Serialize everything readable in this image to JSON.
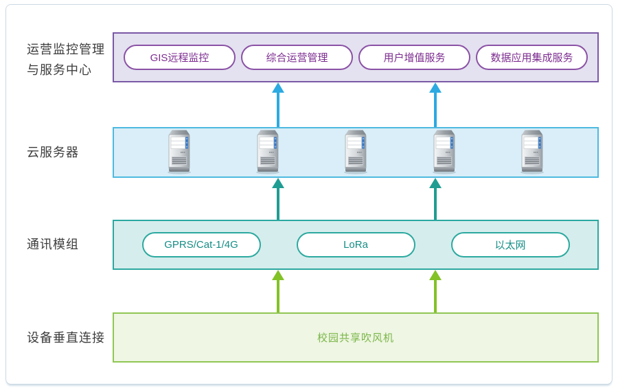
{
  "diagram": {
    "layers": {
      "top": {
        "label_line1": "运营监控管理",
        "label_line2": "与服务中心",
        "pills": [
          "GIS远程监控",
          "综合运营管理",
          "用户增值服务",
          "数据应用集成服务"
        ]
      },
      "cloud": {
        "label": "云服务器",
        "server_count": 5
      },
      "comm": {
        "label": "通讯模组",
        "pills": [
          "GPRS/Cat-1/4G",
          "LoRa",
          "以太网"
        ]
      },
      "device": {
        "label": "设备垂直连接",
        "content": "校园共享吹风机"
      }
    },
    "colors": {
      "top_box_bg": "#e4e1f0",
      "top_box_border": "#7a58a6",
      "top_pill_text": "#7c2c90",
      "cloud_box_bg": "#d9eef8",
      "cloud_box_border": "#4db9e0",
      "comm_box_bg": "#d6eded",
      "comm_box_border": "#2ba8a0",
      "comm_pill_text": "#148d85",
      "device_box_bg": "#eff6e3",
      "device_box_border": "#90c653",
      "device_text": "#7ab648",
      "arrow_blue": "#2caae1",
      "arrow_teal": "#1f9d92",
      "arrow_green": "#82c226",
      "label_text": "#3d3d3d"
    },
    "icons": [
      "server-icon"
    ]
  }
}
